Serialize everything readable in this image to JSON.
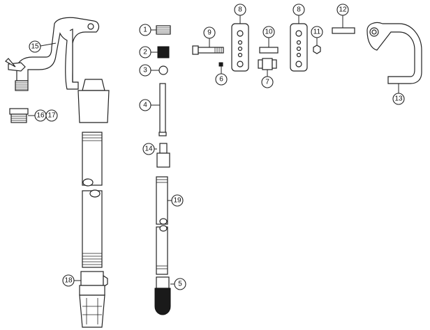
{
  "callouts": [
    {
      "id": "c1",
      "label": "1"
    },
    {
      "id": "c2",
      "label": "2"
    },
    {
      "id": "c3",
      "label": "3"
    },
    {
      "id": "c4",
      "label": "4"
    },
    {
      "id": "c5",
      "label": "5"
    },
    {
      "id": "c6",
      "label": "6"
    },
    {
      "id": "c7",
      "label": "7"
    },
    {
      "id": "c8a",
      "label": "8"
    },
    {
      "id": "c8b",
      "label": "8"
    },
    {
      "id": "c9",
      "label": "9"
    },
    {
      "id": "c10",
      "label": "10"
    },
    {
      "id": "c11",
      "label": "11"
    },
    {
      "id": "c12",
      "label": "12"
    },
    {
      "id": "c13",
      "label": "13"
    },
    {
      "id": "c14",
      "label": "14"
    },
    {
      "id": "c15",
      "label": "15"
    },
    {
      "id": "c16",
      "label": "16"
    },
    {
      "id": "c17",
      "label": "17"
    },
    {
      "id": "c18",
      "label": "18"
    },
    {
      "id": "c19",
      "label": "19"
    }
  ]
}
